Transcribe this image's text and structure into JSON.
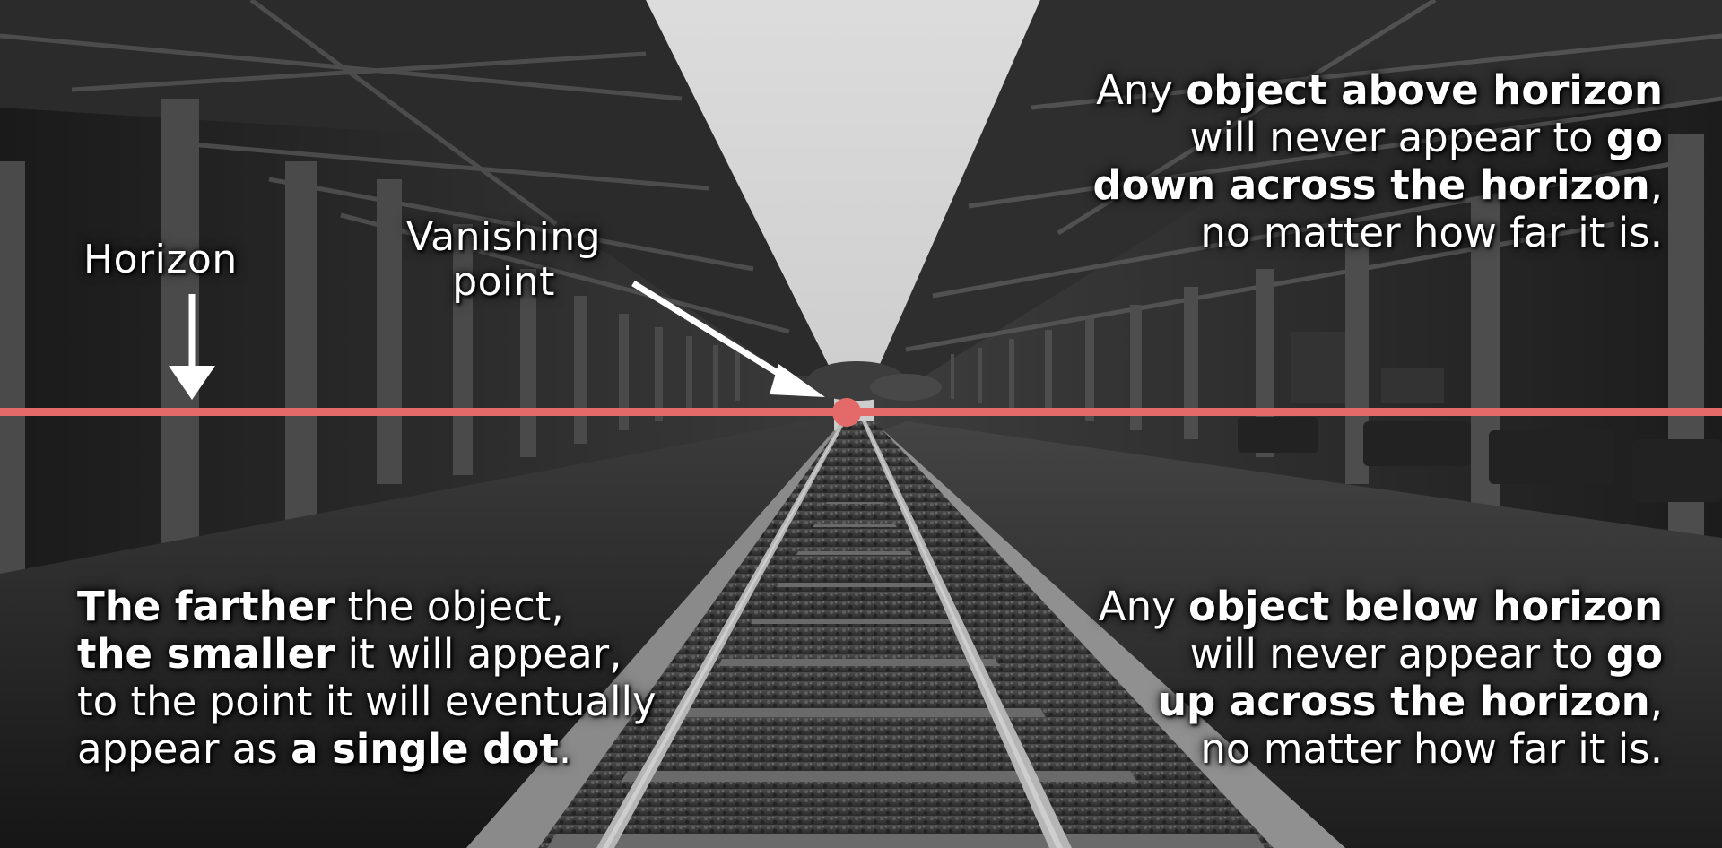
{
  "colors": {
    "horizon_line": "#e46a6a",
    "vanishing_dot": "#e46a6a",
    "text": "#ffffff",
    "arrow": "#ffffff"
  },
  "labels": {
    "horizon": "Horizon",
    "vanishing_point_line1": "Vanishing",
    "vanishing_point_line2": "point"
  },
  "above_text": {
    "l1a": "Any ",
    "l1b": "object above horizon",
    "l2a": "will never appear to ",
    "l2b": "go",
    "l3a": "down across the horizon",
    "l3b": ",",
    "l4": "no matter how far it is."
  },
  "below_text": {
    "l1a": "Any ",
    "l1b": "object below horizon",
    "l2a": "will never appear to ",
    "l2b": "go",
    "l3a": "up across the horizon",
    "l3b": ",",
    "l4": "no matter how far it is."
  },
  "distance_text": {
    "l1a": "The farther",
    "l1b": " the object,",
    "l2a": "the smaller",
    "l2b": " it will appear,",
    "l3": "to the point it will eventually",
    "l4a": "appear as ",
    "l4b": "a single dot",
    "l4c": "."
  },
  "icons": [
    "horizon-arrow-icon",
    "vanishing-point-arrow-icon"
  ]
}
